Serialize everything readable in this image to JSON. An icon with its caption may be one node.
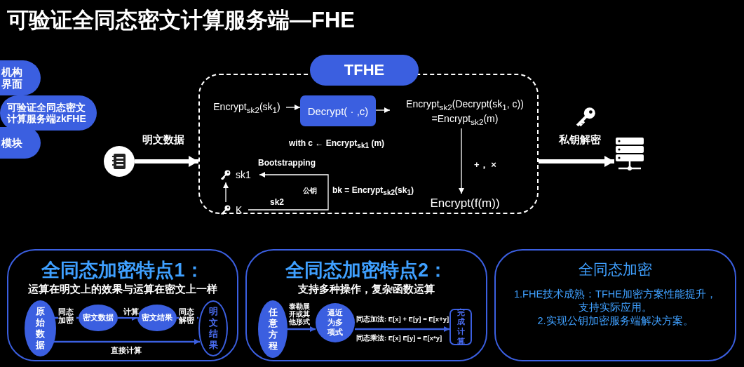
{
  "diagram": {
    "title": "可验证全同态密文计算服务端—FHE",
    "nodes": [
      {
        "text": [
          "机构界面"
        ]
      },
      {
        "text": [
          "可验证全同态密文计算服务端zkFHE"
        ]
      },
      {
        "text": [
          "模块"
        ]
      },
      {
        "text": [],
        "shape": "circle"
      },
      {
        "text": [
          "TFHE"
        ]
      },
      {
        "text": [],
        "shape": "box"
      },
      {
        "text": [
          "Encrypt$_{sk2}$(sk$_{1}$)"
        ],
        "in": 5
      },
      {
        "text": [
          "Decrypt( · ,c)"
        ],
        "in": 5
      },
      {
        "text": [
          "Encrypt$_{sk2}$(Decrypt(sk$_{1}$, c)) =Encrypt$_{sk2}$(m)"
        ],
        "in": 5
      },
      {
        "text": [
          "Encrypt(f(m))"
        ],
        "in": 5
      },
      {
        "text": [
          "sk1"
        ],
        "in": 5
      },
      {
        "text": [
          "K"
        ],
        "in": 5
      },
      {
        "text": [],
        "shape": "server"
      },
      {
        "text": [
          "全同态加密特点1：",
          "运算在明文上的效果与运算在密文上一样"
        ]
      },
      {
        "text": [
          "原始数据"
        ],
        "in": 13
      },
      {
        "text": [
          "密文数据"
        ],
        "in": 13
      },
      {
        "text": [
          "密文结果"
        ],
        "in": 13
      },
      {
        "text": [
          "明文结果"
        ],
        "in": 13
      },
      {
        "text": [
          "全同态加密特点2：",
          "支持多种操作，复杂函数运算"
        ]
      },
      {
        "text": [
          "任意方程"
        ],
        "in": 18
      },
      {
        "text": [
          "逼近为多项式"
        ],
        "in": 18
      },
      {
        "text": [
          "完成计算"
        ],
        "in": 18
      },
      {
        "text": [
          "全同态加密",
          "1.FHE技术成熟：TFHE加密方案性能提升，支持实际应用。",
          "2.实现公钥加密服务端解决方案。"
        ]
      }
    ],
    "edges": [
      {
        "from": 3,
        "to": 5,
        "arrow": "to",
        "label": "明文数据",
        "style": "thick"
      },
      {
        "from": 5,
        "to": 12,
        "arrow": "to",
        "label": "私钥解密",
        "style": "thick"
      },
      {
        "from": 6,
        "to": 7,
        "arrow": "to"
      },
      {
        "from": 7,
        "to": 8,
        "arrow": "to"
      },
      {
        "from": 8,
        "to": 9,
        "arrow": "to",
        "label": "+， ×"
      },
      {
        "from": 11,
        "to": 10,
        "arrow": "to"
      },
      {
        "from": 11,
        "to": 10,
        "arrow": "to",
        "label": "Bootstrapping"
      },
      {
        "from": 14,
        "to": 15,
        "arrow": "to",
        "label": "同态加密",
        "color": "#3b5fe0"
      },
      {
        "from": 15,
        "to": 16,
        "arrow": "to",
        "label": "计算",
        "color": "#3b5fe0"
      },
      {
        "from": 16,
        "to": 17,
        "arrow": "to",
        "label": "同态解密",
        "color": "#3b5fe0"
      },
      {
        "from": 14,
        "to": 17,
        "arrow": "to",
        "label": "直接计算",
        "color": "#3b5fe0"
      },
      {
        "from": 19,
        "to": 20,
        "arrow": "to",
        "label": "泰勒展开或其他形式",
        "color": "#3b5fe0"
      },
      {
        "from": 20,
        "to": 21,
        "arrow": "to",
        "label": "同态加法: E[x] + E[y] = E[x+y]",
        "color": "#3b5fe0"
      }
    ],
    "labels": [
      "with c ← Encrypt$_{sk1}$ (m)",
      "sk2",
      "公钥",
      "bk = Encrypt$_{sk2}$(sk$_{1}$)",
      "同态乘法: E[x]  E[y] = E[x*y]"
    ]
  }
}
